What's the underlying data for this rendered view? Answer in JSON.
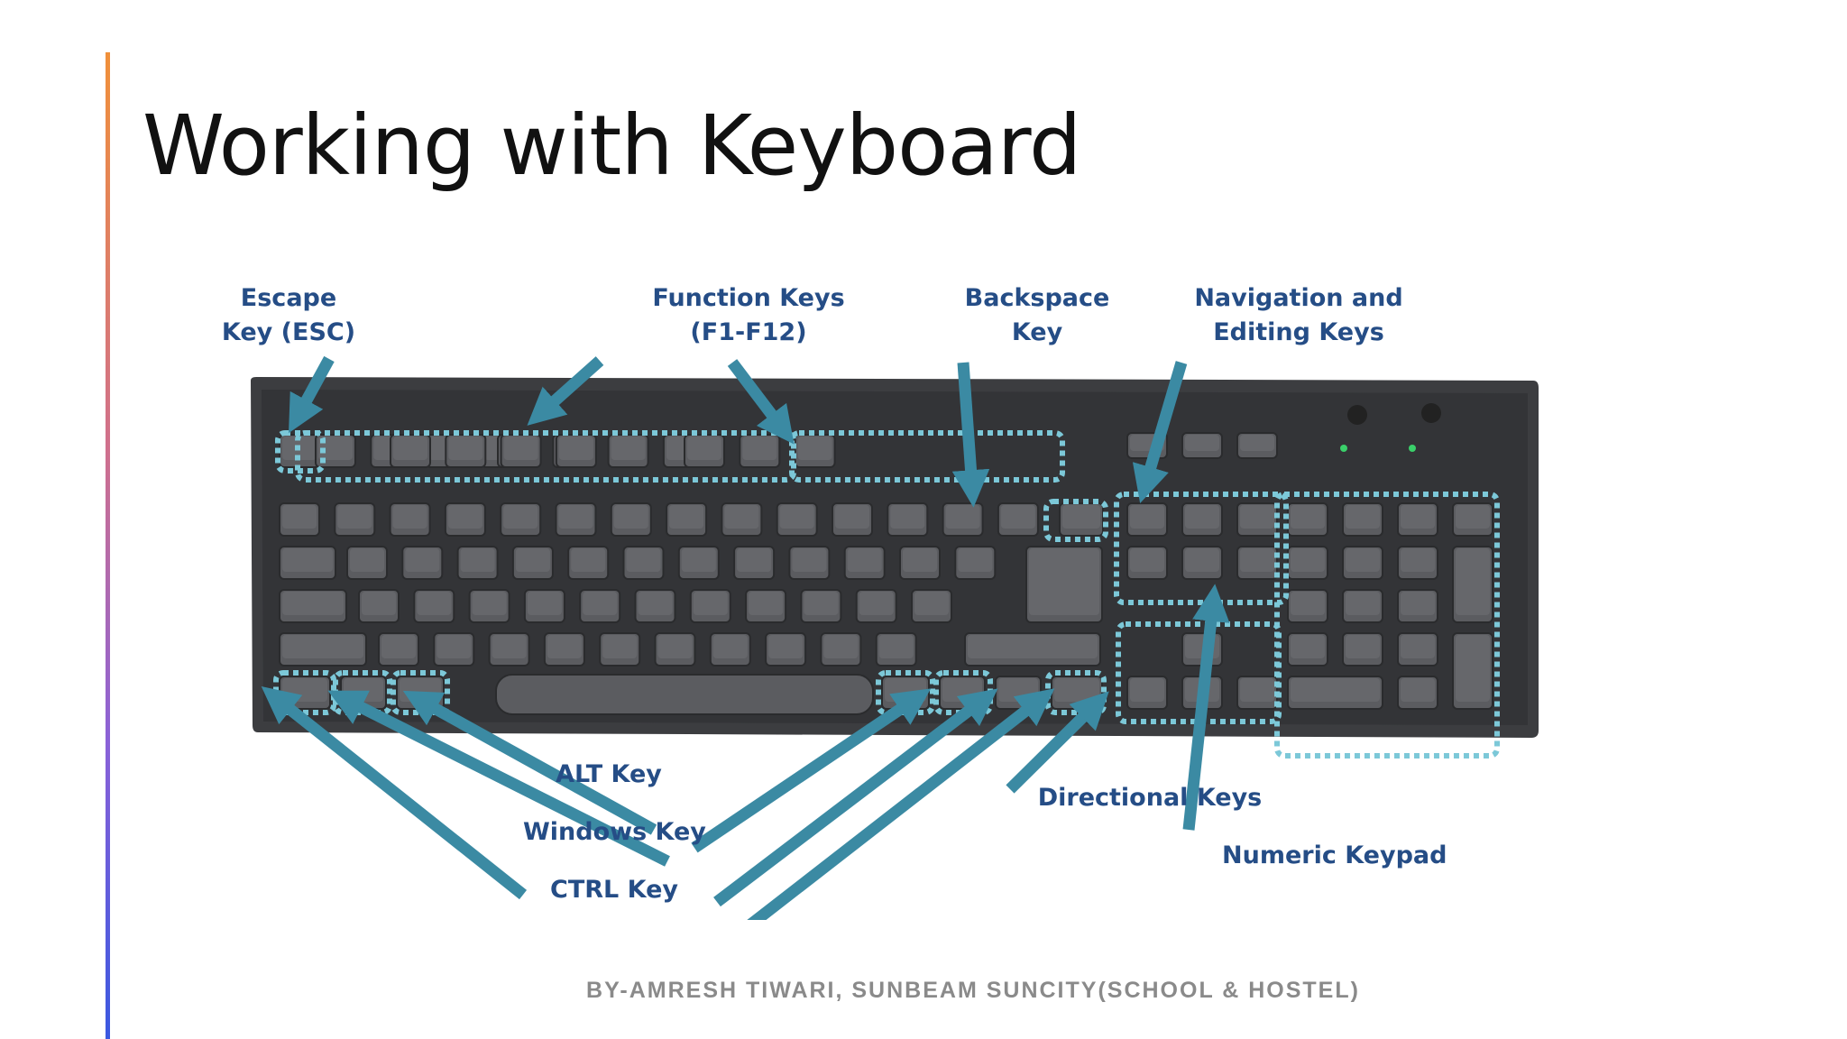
{
  "slide": {
    "title": "Working with Keyboard",
    "footer": "BY-AMRESH TIWARI, SUNBEAM SUNCITY(SCHOOL & HOSTEL)",
    "accent_colors": [
      "#f0903a",
      "#8a62d8",
      "#3a58e0"
    ]
  },
  "callouts": {
    "escape": [
      "Escape",
      "Key (ESC)"
    ],
    "function": [
      "Function Keys",
      "(F1-F12)"
    ],
    "backspace": [
      "Backspace",
      "Key"
    ],
    "navigation": [
      "Navigation and",
      "Editing Keys"
    ],
    "alt": "ALT Key",
    "windows": "Windows Key",
    "ctrl": "CTRL Key",
    "directional": "Directional Keys",
    "numeric": "Numeric Keypad"
  },
  "colors": {
    "callout_text": "#254d86",
    "arrow": "#3b8aa3",
    "highlight": "#7cc8d8",
    "keyboard": "#3c3d40"
  }
}
